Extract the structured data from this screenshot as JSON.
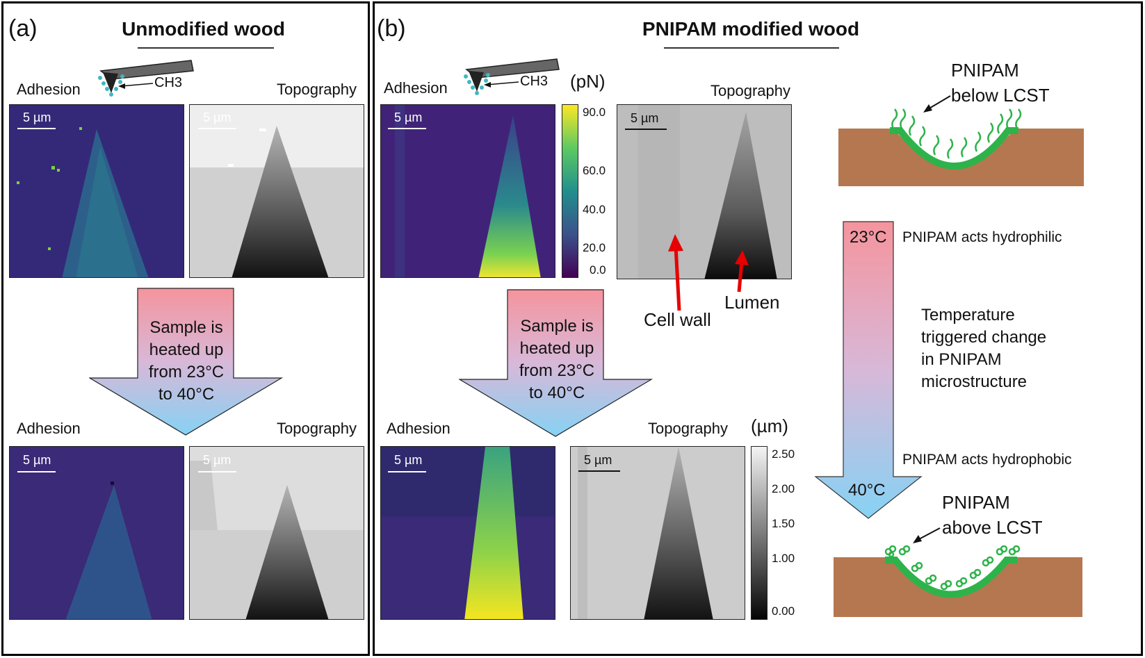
{
  "panel_a": {
    "label": "(a)",
    "title": "Unmodified wood",
    "tip_group": "CH3",
    "top_left_label": "Adhesion",
    "top_right_label": "Topography",
    "bottom_left_label": "Adhesion",
    "bottom_right_label": "Topography",
    "scale_bar": "5 µm",
    "arrow_lines": [
      "Sample is",
      "heated up",
      "from 23°C",
      "to 40°C"
    ]
  },
  "panel_b": {
    "label": "(b)",
    "title": "PNIPAM modified wood",
    "tip_group": "CH3",
    "top_left_label": "Adhesion",
    "top_right_label": "Topography",
    "bottom_left_label": "Adhesion",
    "bottom_right_label": "Topography",
    "scale_bar": "5 µm",
    "arrow_lines": [
      "Sample is",
      "heated up",
      "from 23°C",
      "to 40°C"
    ],
    "adhesion_unit": "(pN)",
    "adhesion_ticks": [
      "90.0",
      "60.0",
      "40.0",
      "20.0",
      "0.0"
    ],
    "height_unit": "(µm)",
    "height_ticks": [
      "2.50",
      "2.00",
      "1.50",
      "1.00",
      "0.00"
    ],
    "annotation_cell_wall": "Cell wall",
    "annotation_lumen": "Lumen"
  },
  "schematic": {
    "top_label_1": "PNIPAM",
    "top_label_2": "below LCST",
    "bottom_label_1": "PNIPAM",
    "bottom_label_2": "above LCST",
    "temp_start": "23°C",
    "temp_end": "40°C",
    "hydrophilic": "PNIPAM acts hydrophilic",
    "hydrophobic": "PNIPAM acts hydrophobic",
    "center_lines": [
      "Temperature",
      "triggered change",
      "in PNIPAM",
      "microstructure"
    ]
  },
  "colors": {
    "substrate": "#b5774f",
    "polymer": "#2db34a",
    "arrow_top": "#f59aa3",
    "arrow_bottom": "#8fd3f3",
    "annotation_arrow": "#e60000"
  }
}
